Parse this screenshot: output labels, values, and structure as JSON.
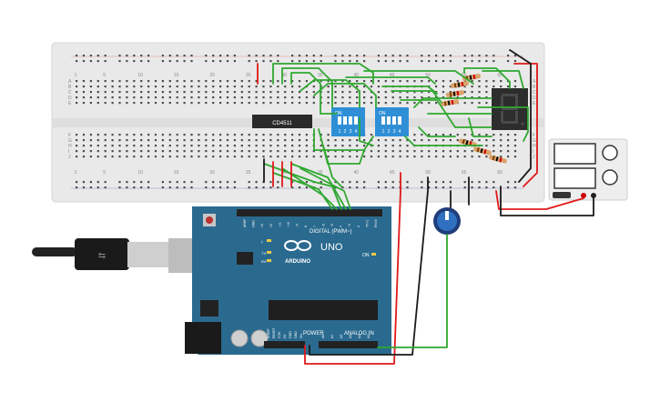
{
  "breadboard": {
    "col_numbers": [
      "1",
      "5",
      "10",
      "15",
      "20",
      "25",
      "30",
      "35",
      "40",
      "45",
      "50",
      "55",
      "60"
    ],
    "row_letters_top": [
      "A",
      "B",
      "C",
      "D",
      "E"
    ],
    "row_letters_bottom": [
      "F",
      "G",
      "H",
      "I",
      "J"
    ]
  },
  "ic": {
    "label": "CD4511"
  },
  "dip_switch_1": {
    "on_label": "ON",
    "numbers": [
      "1",
      "2",
      "3",
      "4"
    ]
  },
  "dip_switch_2": {
    "on_label": "ON",
    "numbers": [
      "1",
      "2",
      "3",
      "4"
    ]
  },
  "seven_segment": {
    "digit": "8"
  },
  "arduino": {
    "logo_text": "ARDUINO",
    "model_text": "UNO",
    "digital_label": "DIGITAL (PWM~)",
    "power_label": "POWER",
    "analog_label": "ANALOG IN",
    "on_label": "ON",
    "l_label": "L",
    "tx_label": "TX",
    "rx_label": "RX",
    "top_pins": [
      "AREF",
      "GND",
      "13",
      "12",
      "~11",
      "~10",
      "~9",
      "8",
      "7",
      "~6",
      "~5",
      "4",
      "~3",
      "2",
      "TX>1",
      "RX<0"
    ],
    "power_pins": [
      "IOREF",
      "RESET",
      "3.3V",
      "5V",
      "GND",
      "GND",
      "Vin"
    ],
    "analog_pins": [
      "A0",
      "A1",
      "A2",
      "A3",
      "A4",
      "A5"
    ]
  },
  "colors": {
    "breadboard": "#e9e9e9",
    "arduino": "#2b6a8f",
    "wire_green": "#2fa82f",
    "wire_red": "#e01818",
    "wire_black": "#1a1a1a",
    "dip_switch": "#2f8fd6",
    "display_body": "#2d2d2d",
    "display_segment": "#4a4a4a"
  }
}
